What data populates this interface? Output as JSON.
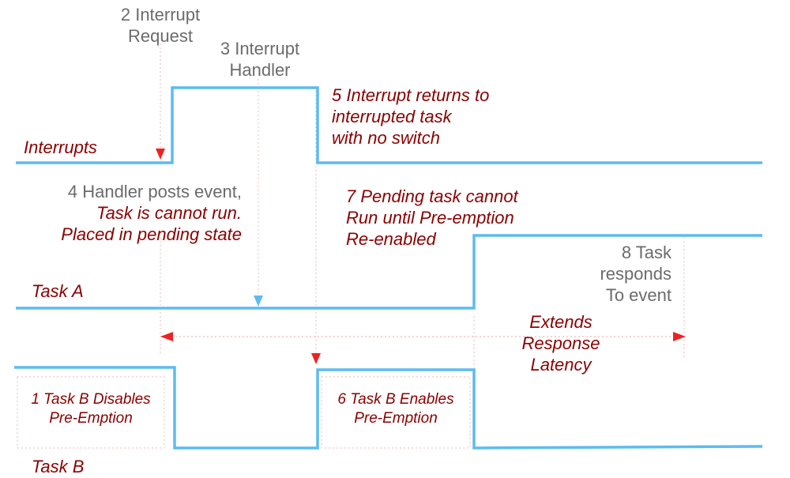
{
  "labels": {
    "interrupt_request": [
      "2 Interrupt",
      "Request"
    ],
    "interrupt_handler": [
      "3 Interrupt",
      "Handler"
    ],
    "interrupt_returns": [
      "5 Interrupt returns to",
      "interrupted task",
      "with no switch"
    ],
    "interrupts": "Interrupts",
    "handler_posts": [
      "4 Handler posts event,",
      "Task is cannot run.",
      "Placed in pending state"
    ],
    "pending_task": [
      "7 Pending task cannot",
      "Run until Pre-emption",
      "Re-enabled"
    ],
    "task_responds": [
      "8 Task",
      "responds",
      "To event"
    ],
    "task_a": "Task A",
    "extends_latency": [
      "Extends",
      "Response",
      "Latency"
    ],
    "task_b_disables": [
      "1 Task B Disables",
      "Pre-Emption"
    ],
    "task_b_enables": [
      "6 Task B Enables",
      "Pre-Emption"
    ],
    "task_b": "Task B"
  },
  "colors": {
    "signal": "#5cbcf0",
    "marker": "#ee2222",
    "guide": "#f0b8b8",
    "gray_text": "#6b6b6b",
    "red_text": "#8b0000"
  }
}
